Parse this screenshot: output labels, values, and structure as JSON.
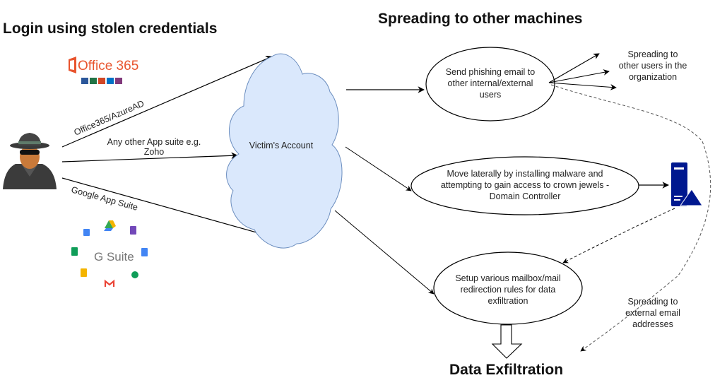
{
  "titles": {
    "login": "Login using stolen credentials",
    "spreading": "Spreading to other machines",
    "exfiltration": "Data Exfiltration"
  },
  "attacker": {
    "icon": "spy-attacker-icon"
  },
  "logos": {
    "office365": {
      "text": "Office 365",
      "brand_color": "#E8542E",
      "app_colors": [
        "#2B579A",
        "#217346",
        "#D24726",
        "#0072C6",
        "#80397B"
      ]
    },
    "gsuite": {
      "text": "G Suite",
      "apps": [
        {
          "name": "Google Calendar",
          "color": "#4285F4"
        },
        {
          "name": "Google Drive",
          "color": "#34A853"
        },
        {
          "name": "Google Forms",
          "color": "#7248B9"
        },
        {
          "name": "Google Sheets",
          "color": "#0F9D58"
        },
        {
          "name": "Google Docs",
          "color": "#4285F4"
        },
        {
          "name": "Google Slides",
          "color": "#F4B400"
        },
        {
          "name": "Gmail",
          "color": "#EA4335"
        },
        {
          "name": "Google Hangouts",
          "color": "#0F9D58"
        }
      ]
    }
  },
  "edges": {
    "office365": "Office365/AzureAD",
    "other_line1": "Any other App suite e.g.",
    "other_line2": "Zoho",
    "google": "Google App Suite"
  },
  "cloud": {
    "label": "Victim's Account",
    "fill": "#DAE8FC",
    "stroke": "#6C8EBF"
  },
  "nodes": {
    "phishing": [
      "Send phishing email to",
      "other internal/external",
      "users"
    ],
    "lateral": [
      "Move laterally by installing malware and",
      "attempting to gain access to crown jewels -",
      "Domain Controller"
    ],
    "mailbox": [
      "Setup various mailbox/mail",
      "redirection rules for data",
      "exfiltration"
    ]
  },
  "annotations": {
    "spread_internal": [
      "Spreading to",
      "other  users in the",
      "organization"
    ],
    "spread_external": [
      "Spreading to",
      "external email",
      "addresses"
    ]
  },
  "server": {
    "icon": "domain-controller-server-icon",
    "color": "#00188F"
  }
}
